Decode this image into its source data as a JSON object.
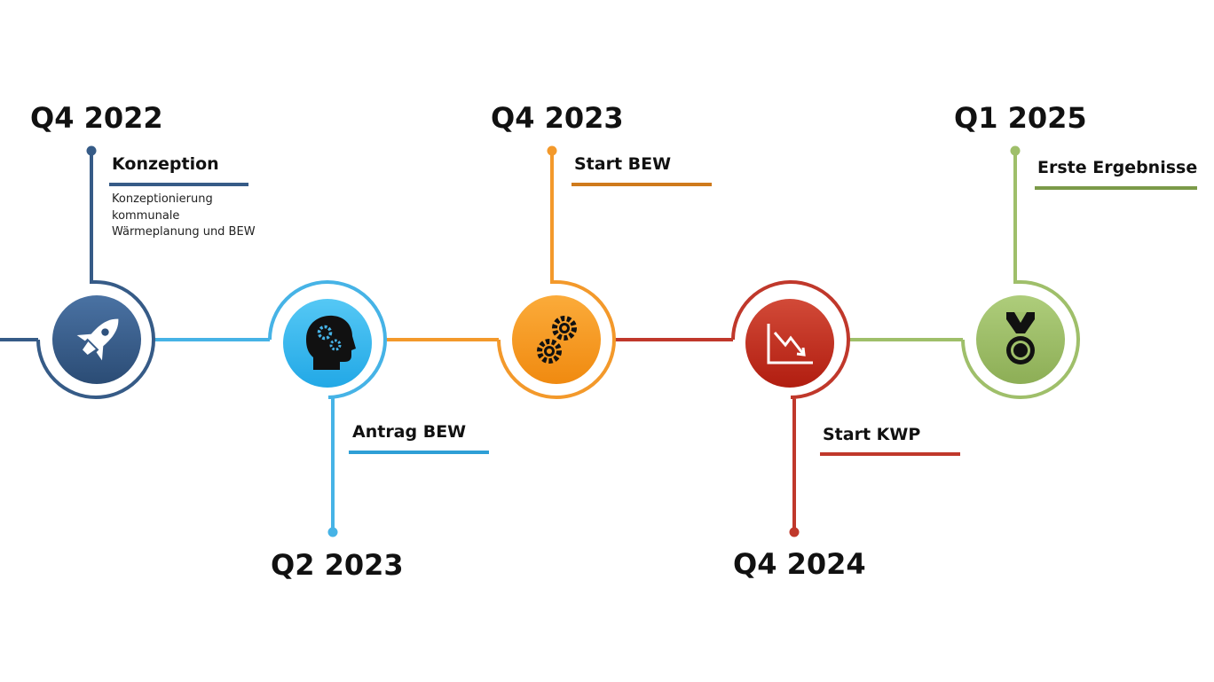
{
  "timeline": {
    "milestones": [
      {
        "date": "Q4 2022",
        "title": "Konzeption",
        "description": [
          "Konzeptionierung",
          "kommunale",
          "Wärmeplanung und BEW"
        ],
        "icon": "rocket-icon",
        "color": "#365b87"
      },
      {
        "date": "Q2 2023",
        "title": "Antrag BEW",
        "description": [],
        "icon": "head-gears-icon",
        "color": "#46b3e6"
      },
      {
        "date": "Q4 2023",
        "title": "Start BEW",
        "description": [],
        "icon": "gears-icon",
        "color": "#f3992b"
      },
      {
        "date": "Q4 2024",
        "title": "Start KWP",
        "description": [],
        "icon": "declining-chart-icon",
        "color": "#c0382b"
      },
      {
        "date": "Q1 2025",
        "title": "Erste Ergebnisse",
        "description": [],
        "icon": "medal-icon",
        "color": "#9fbf6a"
      }
    ]
  }
}
